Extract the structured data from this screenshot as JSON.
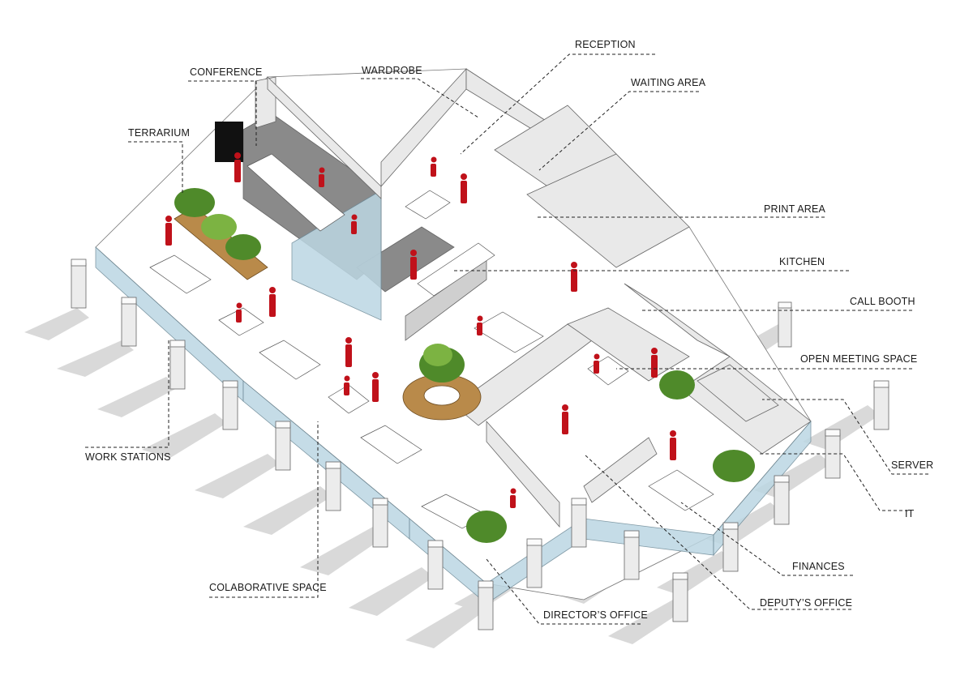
{
  "labels": {
    "reception": "RECEPTION",
    "waiting_area": "WAITING AREA",
    "wardrobe": "WARDROBE",
    "conference": "CONFERENCE",
    "terrarium": "TERRARIUM",
    "print_area": "PRINT AREA",
    "kitchen": "KITCHEN",
    "call_booth": "CALL BOOTH",
    "open_meeting_space": "OPEN MEETING SPACE",
    "server": "SERVER",
    "it": "IT",
    "finances": "FINANCES",
    "deputys_office": "DEPUTY’S OFFICE",
    "directors_office": "DIRECTOR’S OFFICE",
    "colaborative_space": "COLABORATIVE SPACE",
    "work_stations": "WORK STATIONS"
  },
  "colors": {
    "figure": "#c0111a",
    "glass": "#bcd7e3",
    "plant": "#4f8a2a",
    "bench": "#b98a4a",
    "conference_floor": "#8a8a8a"
  },
  "icons": [
    "person-figure",
    "plant",
    "pillar",
    "screen"
  ]
}
